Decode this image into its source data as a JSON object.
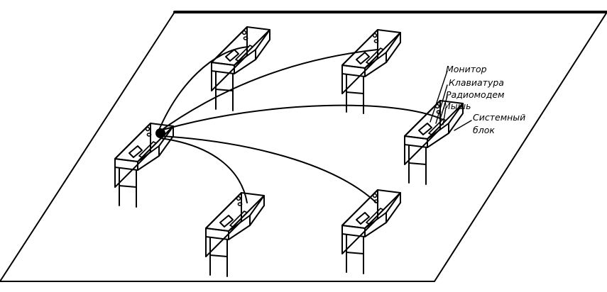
{
  "diagram": {
    "labels": {
      "monitor": "Монитор",
      "keyboard": "Клавиатура",
      "radiomodem": "Радиомодем",
      "mouse": "Мышь",
      "system_unit_line1": "Системный",
      "system_unit_line2": "блок"
    },
    "colors": {
      "ink": "#000000",
      "background": "#ffffff"
    },
    "workstations": [
      "hub",
      "top-left",
      "top-right",
      "right",
      "bottom-left",
      "bottom-right"
    ],
    "links": [
      {
        "from": "hub",
        "to": "top-left"
      },
      {
        "from": "hub",
        "to": "top-right"
      },
      {
        "from": "hub",
        "to": "right"
      },
      {
        "from": "hub",
        "to": "bottom-left"
      },
      {
        "from": "hub",
        "to": "bottom-right"
      }
    ]
  }
}
